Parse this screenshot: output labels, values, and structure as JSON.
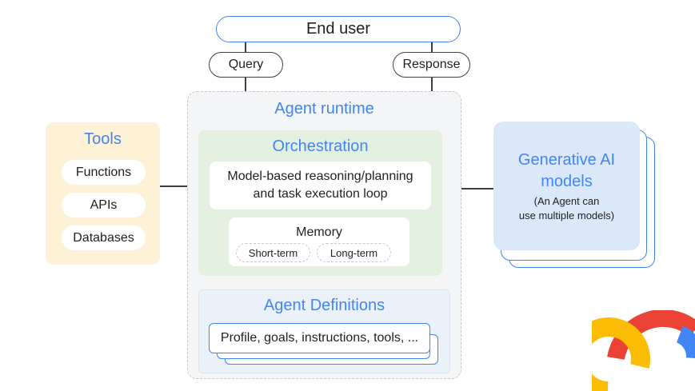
{
  "end_user": {
    "label": "End user"
  },
  "io": {
    "query": "Query",
    "response": "Response"
  },
  "runtime": {
    "title": "Agent runtime",
    "orchestration": {
      "title": "Orchestration",
      "reasoning_line1": "Model-based reasoning/planning",
      "reasoning_line2": "and task execution loop",
      "memory": {
        "title": "Memory",
        "short_term": "Short-term",
        "long_term": "Long-term"
      }
    },
    "definitions": {
      "title": "Agent Definitions",
      "content": "Profile, goals, instructions, tools, ..."
    }
  },
  "tools": {
    "title": "Tools",
    "items": [
      "Functions",
      "APIs",
      "Databases"
    ]
  },
  "models": {
    "title_line1": "Generative AI",
    "title_line2": "models",
    "note_line1": "(An Agent can",
    "note_line2": "use multiple models)"
  },
  "colors": {
    "accent_blue": "#4285f4",
    "orchestration_bg": "#e3f0df",
    "tools_bg": "#fdf1d6",
    "models_bg": "#dbe8fa",
    "runtime_bg": "#f4f5f6",
    "logo_red": "#ea4335",
    "logo_yellow": "#fbbc04",
    "logo_blue": "#4285f4"
  },
  "logo": {
    "icon": "google-cloud-logo"
  }
}
